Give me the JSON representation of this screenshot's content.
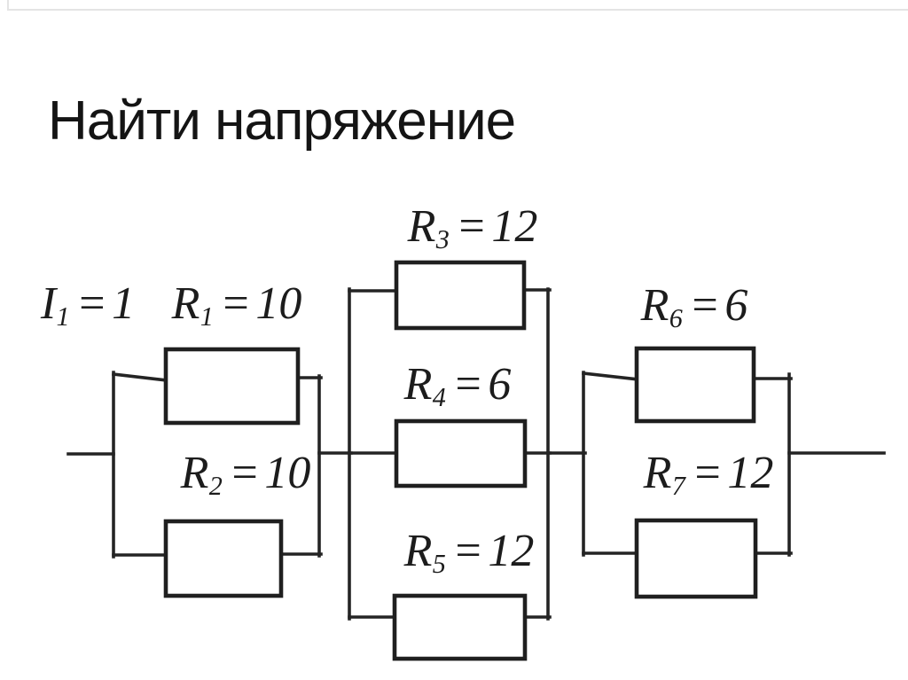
{
  "slide": {
    "title": "Найти напряжение"
  },
  "circuit": {
    "description": "Three parallel resistor groups connected in series",
    "labels": [
      {
        "symbol": "I",
        "sub": "1",
        "eq": "=",
        "value": "1"
      },
      {
        "symbol": "R",
        "sub": "1",
        "eq": "=",
        "value": "10"
      },
      {
        "symbol": "R",
        "sub": "2",
        "eq": "=",
        "value": "10"
      },
      {
        "symbol": "R",
        "sub": "3",
        "eq": "=",
        "value": "12"
      },
      {
        "symbol": "R",
        "sub": "4",
        "eq": "=",
        "value": "6"
      },
      {
        "symbol": "R",
        "sub": "5",
        "eq": "=",
        "value": "12"
      },
      {
        "symbol": "R",
        "sub": "6",
        "eq": "=",
        "value": "6"
      },
      {
        "symbol": "R",
        "sub": "7",
        "eq": "=",
        "value": "12"
      }
    ],
    "colors": {
      "line": "#242424",
      "text": "#1c1c1c",
      "background": "#ffffff"
    }
  }
}
